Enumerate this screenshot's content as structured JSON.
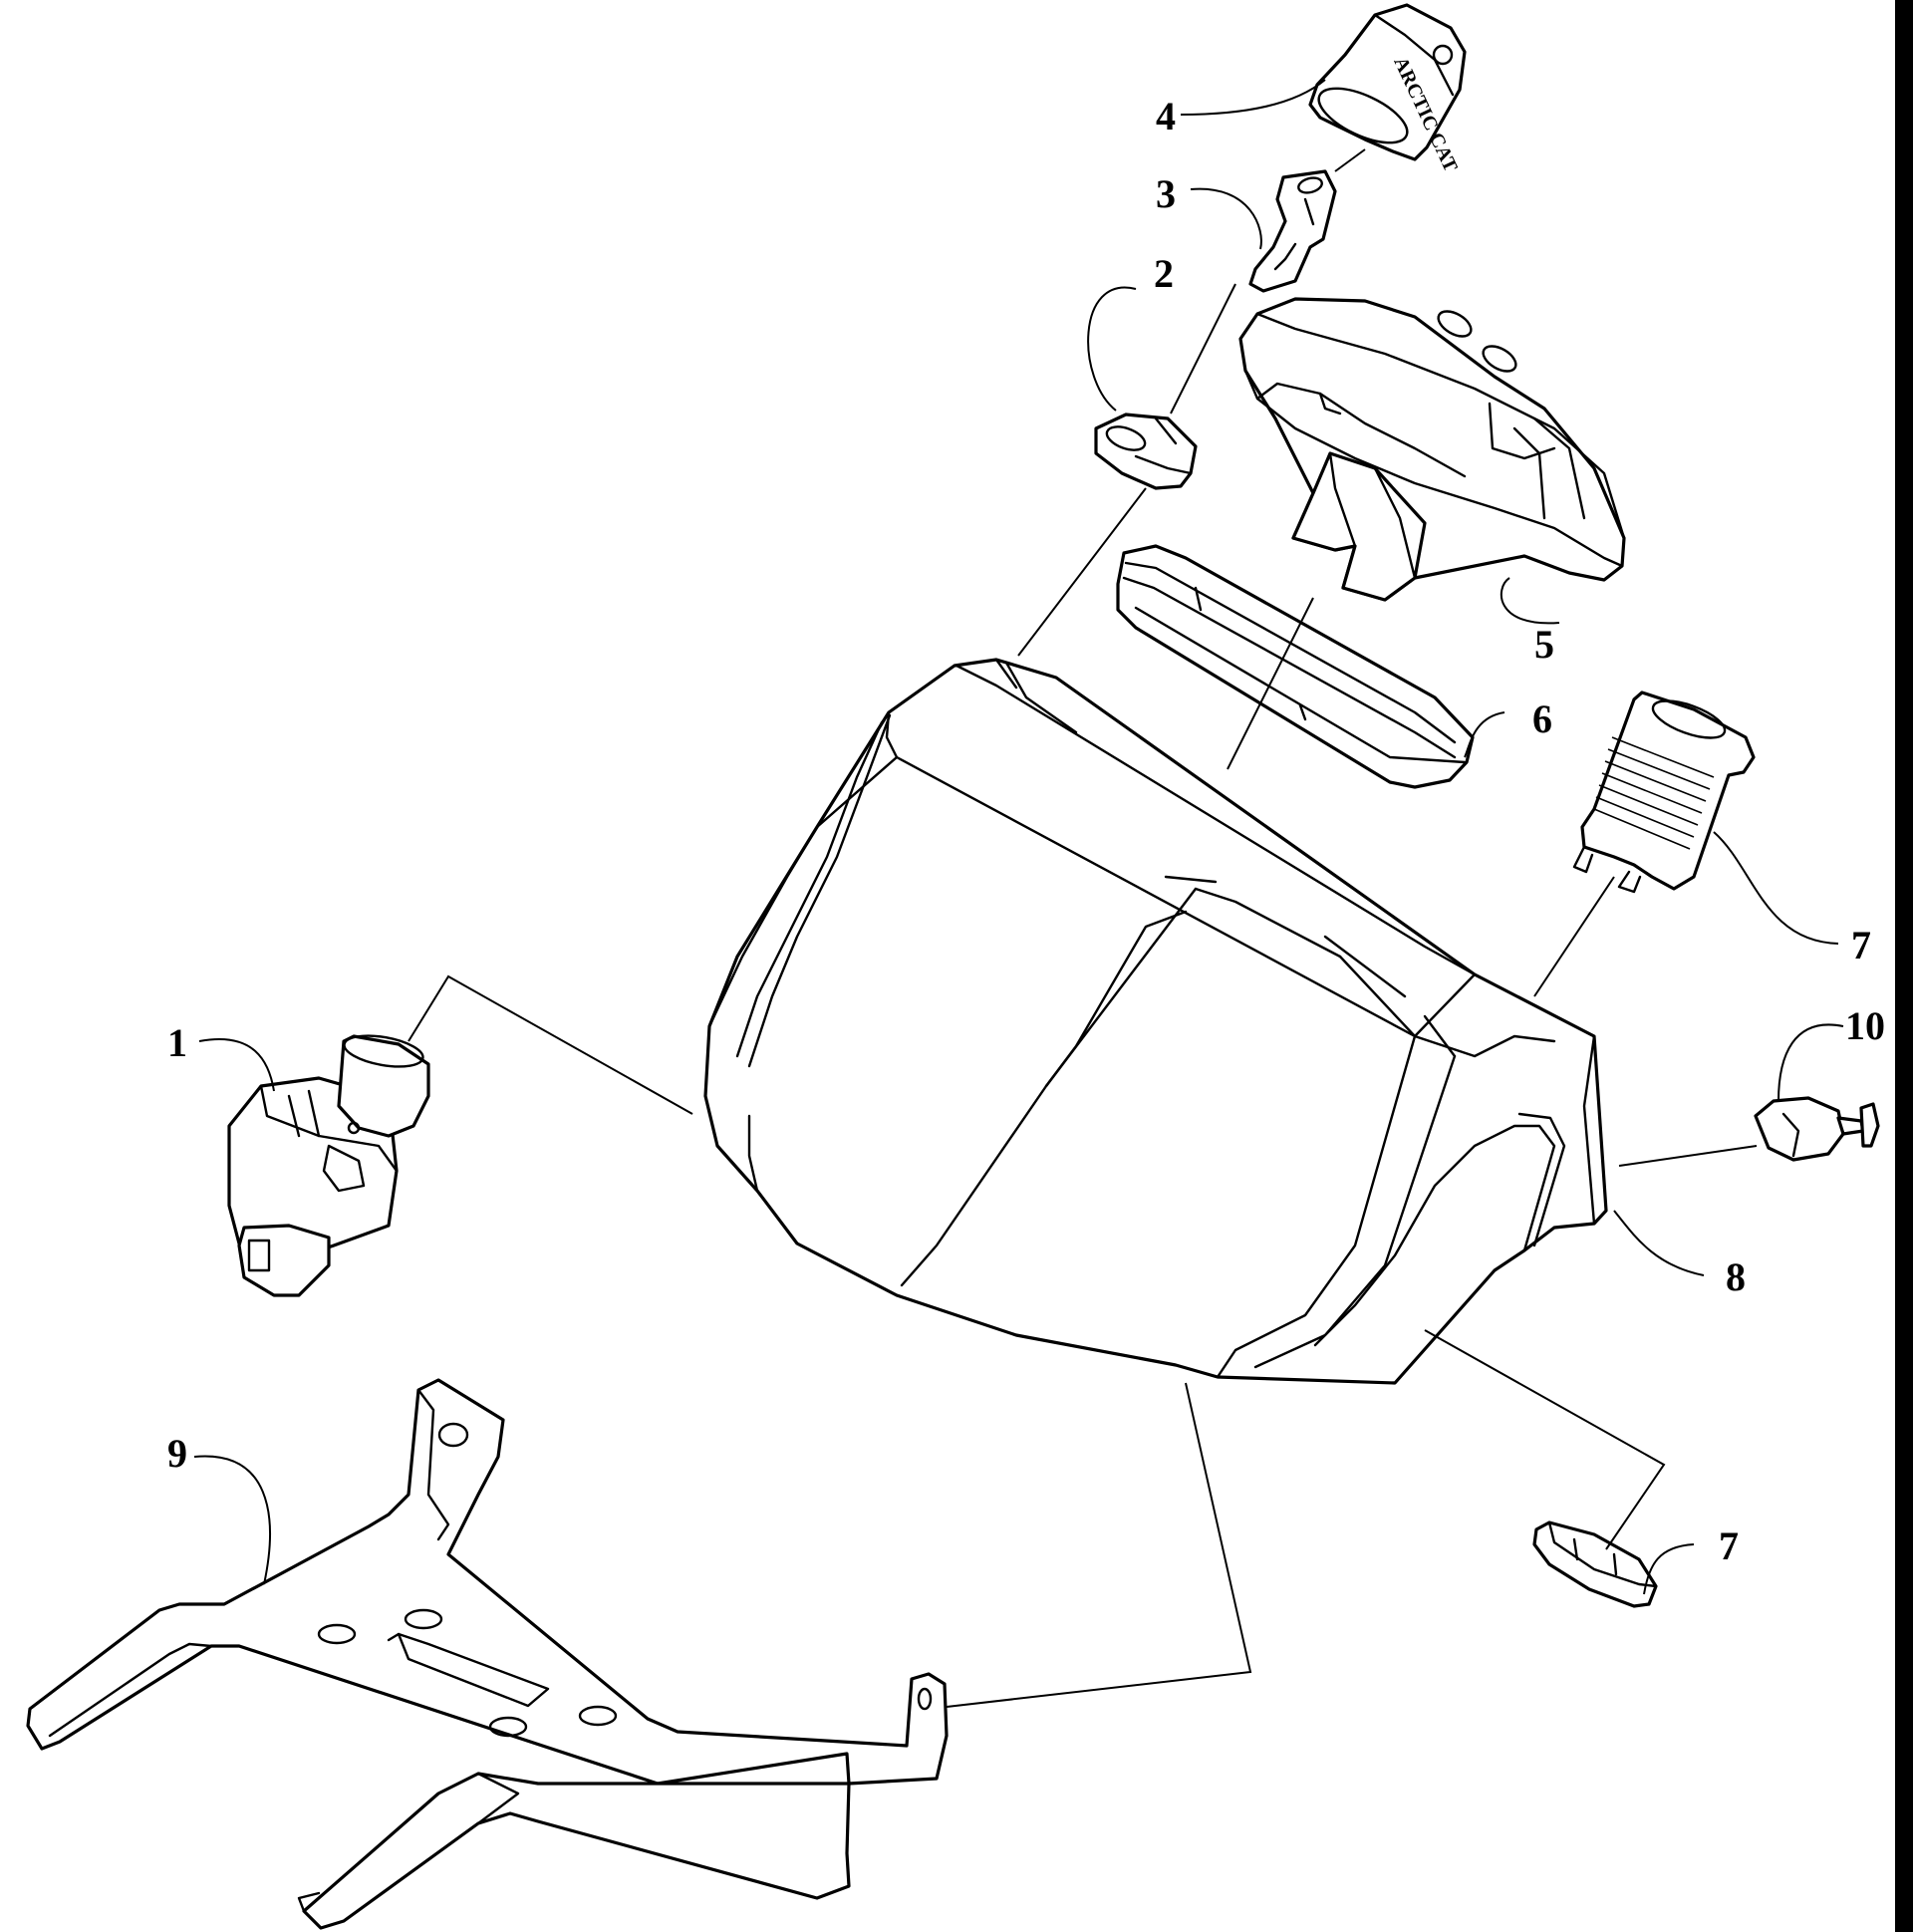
{
  "figure": {
    "brand_text": "ARCTIC CAT",
    "ink_color": "#000000",
    "paper_color": "#ffffff"
  },
  "callouts": {
    "part_1": "1",
    "part_2": "2",
    "part_3": "3",
    "part_4": "4",
    "part_5": "5",
    "part_6": "6",
    "part_7_upper": "7",
    "part_7_lower": "7",
    "part_8": "8",
    "part_9": "9",
    "part_10": "10"
  }
}
